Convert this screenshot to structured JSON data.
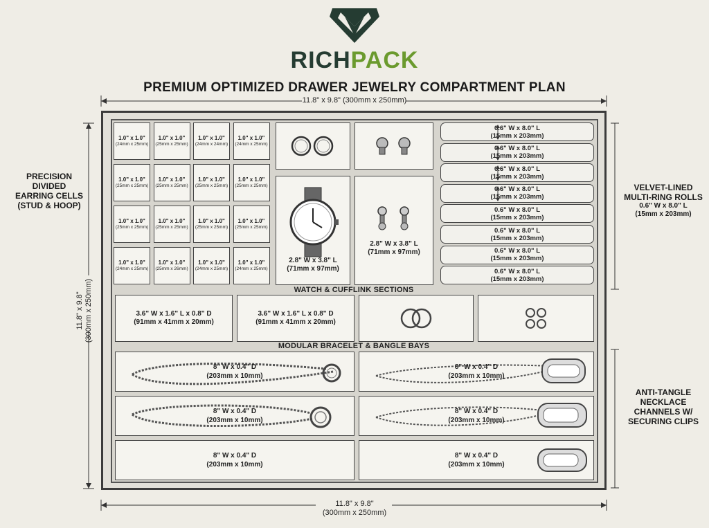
{
  "brand": {
    "name_part1": "RICH",
    "name_part2": "PACK",
    "color_dark": "#253c32",
    "color_green": "#6b9a2e"
  },
  "title": "PREMIUM OPTIMIZED DRAWER JEWELRY COMPARTMENT PLAN",
  "dimensions": {
    "top": "11.8\" x 9.8\" (300mm x 250mm)",
    "bottom_line1": "11.8\" x 9.8\"",
    "bottom_line2": "(300mm x 250mm)",
    "left_line1": "11.8\" x 9.8\"",
    "left_line2": "(300mm x 250mm)"
  },
  "labels": {
    "earring_line1": "PRECISION",
    "earring_line2": "DIVIDED",
    "earring_line3": "EARRING CELLS",
    "earring_line4": "(STUD & HOOP)",
    "ring_line1": "VELVET-LINED",
    "ring_line2": "MULTI-RING ROLLS",
    "ring_line3": "0.6\" W x 8.0\" L",
    "ring_line4": "(15mm x 203mm)",
    "necklace_line1": "ANTI-TANGLE",
    "necklace_line2": "NECKLACE",
    "necklace_line3": "CHANNELS W/",
    "necklace_line4": "SECURING CLIPS",
    "watch_section": "WATCH & CUFFLINK SECTIONS",
    "bracelet_section": "MODULAR BRACELET & BANGLE BAYS"
  },
  "earring_cells": {
    "size": "1.0\" x 1.0\"",
    "rows": [
      [
        "(24mm x 25mm)",
        "(25mm x 25mm)",
        "(24mm x 24mm)",
        "(24mm x 25mm)"
      ],
      [
        "(25mm x 25mm)",
        "(25mm x 25mm)",
        "(25mm x 25mm)",
        "(25mm x 25mm)"
      ],
      [
        "(25mm x 25mm)",
        "(25mm x 25mm)",
        "(25mm x 25mm)",
        "(25mm x 25mm)"
      ],
      [
        "(24mm x 25mm)",
        "(25mm x 26mm)",
        "(24mm x 25mm)",
        "(24mm x 25mm)"
      ]
    ]
  },
  "watch": {
    "dim1": "2.8\" W x 3.8\" L",
    "dim2": "(71mm x 97mm)"
  },
  "cufflink": {
    "dim1": "2.8\" W x 3.8\" L",
    "dim2": "(71mm x 97mm)"
  },
  "ring_rolls": [
    {
      "dim1": "0.6\" W x 8.0\" L",
      "dim2": "(15mm x 203mm)"
    },
    {
      "dim1": "0.6\" W x 8.0\" L",
      "dim2": "(15mm x 203mm)"
    },
    {
      "dim1": "0.6\" W x 8.0\" L",
      "dim2": "(15mm x 203mm)"
    },
    {
      "dim1": "0.6\" W x 8.0\" L",
      "dim2": "(15mm x 203mm)"
    },
    {
      "dim1": "0.6\" W x 8.0\" L",
      "dim2": "(15mm x 203mm)"
    },
    {
      "dim1": "0.6\" W x 8.0\" L",
      "dim2": "(15mm x 203mm)"
    },
    {
      "dim1": "0.6\" W x 8.0\" L",
      "dim2": "(15mm x 203mm)"
    },
    {
      "dim1": "0.6\" W x 8.0\" L",
      "dim2": "(15mm x 203mm)"
    }
  ],
  "bracelet_bays": [
    {
      "dim1": "3.6\" W x 1.6\" L x 0.8\" D",
      "dim2": "(91mm x 41mm x 20mm)"
    },
    {
      "dim1": "3.6\" W x 1.6\" L x 0.8\" D",
      "dim2": "(91mm x 41mm x 20mm)"
    }
  ],
  "necklace_channels": [
    {
      "dim1": "8\" W x 0.4\" D",
      "dim2": "(203mm x 10mm)"
    },
    {
      "dim1": "8\" W x 0.4\" D",
      "dim2": "(203mm x 10mm)"
    },
    {
      "dim1": "8\" W x 0.4\" D",
      "dim2": "(203mm x 10mm)"
    },
    {
      "dim1": "8\" W x 0.4\" D",
      "dim2": "(203mm x 10mm)"
    },
    {
      "dim1": "8\" W x 0.4\" D",
      "dim2": "(203mm x 10mm)"
    },
    {
      "dim1": "8\" W x 0.4\" D",
      "dim2": "(203mm x 10mm)"
    }
  ]
}
